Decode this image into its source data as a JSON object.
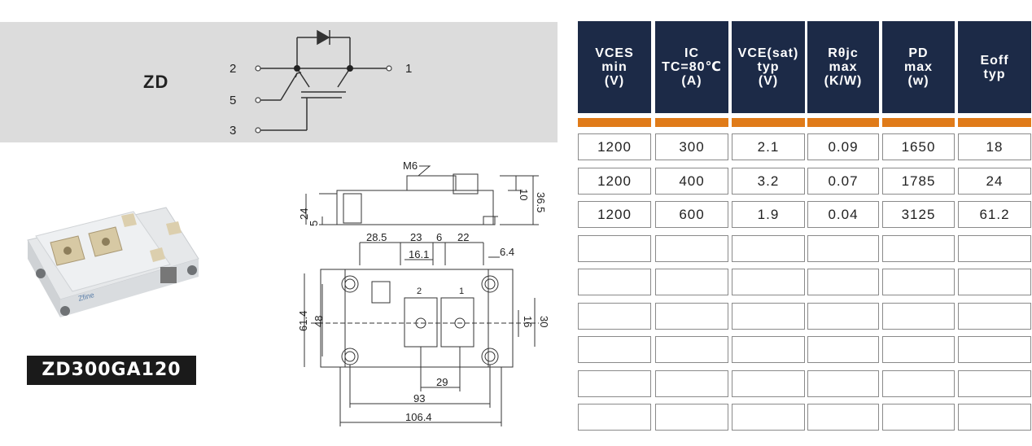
{
  "header": {
    "module_code": "ZD",
    "pins": {
      "p1": "1",
      "p2": "2",
      "p3": "3",
      "p5": "5"
    }
  },
  "product": {
    "part_number": "ZD300GA120",
    "brand_mark": "Zfine"
  },
  "drawing": {
    "thread": "M6",
    "dims": {
      "d10": "10",
      "d36_5": "36.5",
      "d24": "24",
      "d5": "5",
      "d28_5": "28.5",
      "d23": "23",
      "d6": "6",
      "d22": "22",
      "d16_1": "16.1",
      "d6_4": "6.4",
      "d61_4": "61.4",
      "d48": "48",
      "d16": "16",
      "d30": "30",
      "d29": "29",
      "d93": "93",
      "d106_4": "106.4"
    },
    "terminals": {
      "t2": "2",
      "t1": "1"
    }
  },
  "table": {
    "headers": [
      "VCES\nmin\n(V)",
      "IC\nTC=80℃\n(A)",
      "VCE(sat)\ntyp\n(V)",
      "Rθjc\nmax\n(K/W)",
      "PD\nmax\n(w)",
      "Eoff\ntyp"
    ],
    "rows": [
      [
        "1200",
        "300",
        "2.1",
        "0.09",
        "1650",
        "18"
      ],
      [
        "1200",
        "400",
        "3.2",
        "0.07",
        "1785",
        "24"
      ],
      [
        "1200",
        "600",
        "1.9",
        "0.04",
        "3125",
        "61.2"
      ],
      [
        "",
        "",
        "",
        "",
        "",
        ""
      ],
      [
        "",
        "",
        "",
        "",
        "",
        ""
      ],
      [
        "",
        "",
        "",
        "",
        "",
        ""
      ],
      [
        "",
        "",
        "",
        "",
        "",
        ""
      ],
      [
        "",
        "",
        "",
        "",
        "",
        ""
      ],
      [
        "",
        "",
        "",
        "",
        "",
        ""
      ]
    ]
  },
  "colors": {
    "header_bg": "#1c2a47",
    "accent_stripe": "#e07b19",
    "band_bg": "#dcdcdc",
    "label_bg": "#1a1a1a"
  }
}
